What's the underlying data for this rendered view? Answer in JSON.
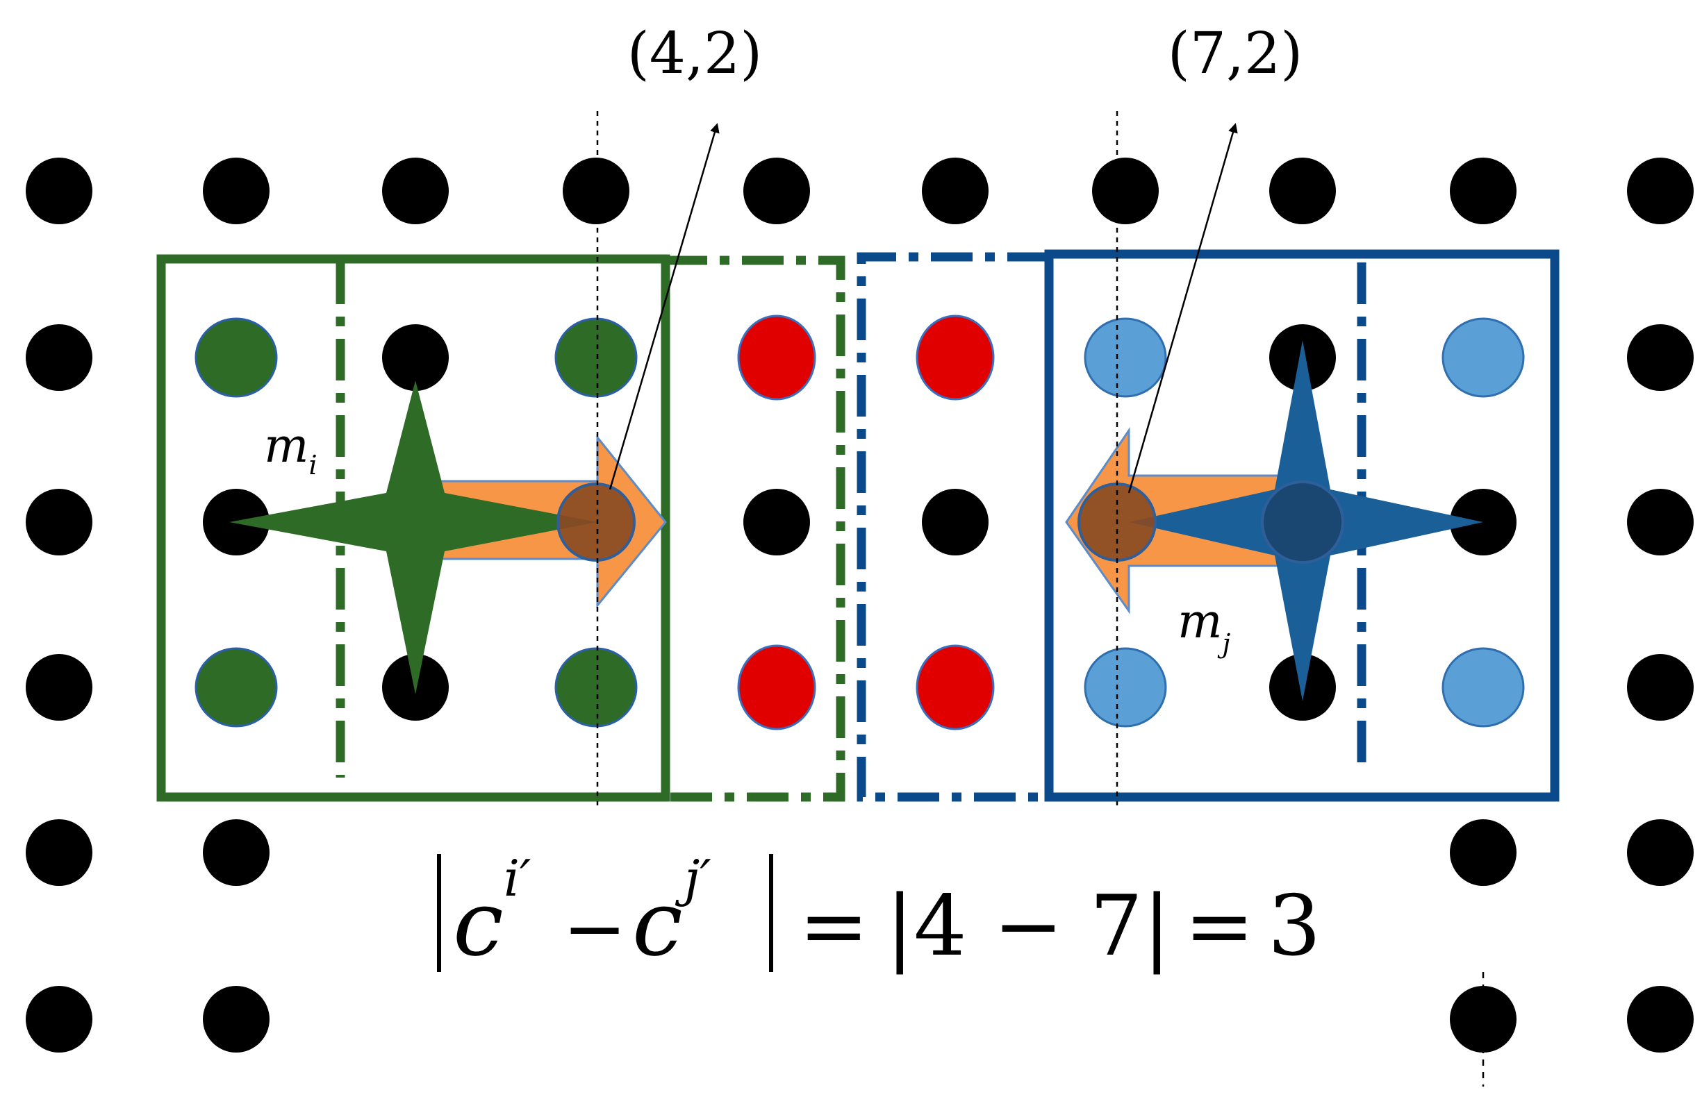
{
  "labels": {
    "coord_left": "(4,2)",
    "coord_right": "(7,2)",
    "m_i_base": "m",
    "m_i_sub": "i",
    "m_j_base": "m",
    "m_j_sub": "j"
  },
  "equation": {
    "c1": "c",
    "sup1": "i′",
    "minus1": "−",
    "c2": "c",
    "sup2": "j′",
    "eq1": "=",
    "abs_expr": "|4 − 7|",
    "eq2": "=",
    "result": "3"
  },
  "colors": {
    "grid_dot": "#000000",
    "green": "#2e6b27",
    "blue": "#0b4a8a",
    "red": "#e00000",
    "light_blue": "#5aa0d6",
    "orange": "#f79646",
    "brown": "#8a4b24",
    "star_green": "#2e6b27",
    "star_blue": "#1a5f98"
  }
}
